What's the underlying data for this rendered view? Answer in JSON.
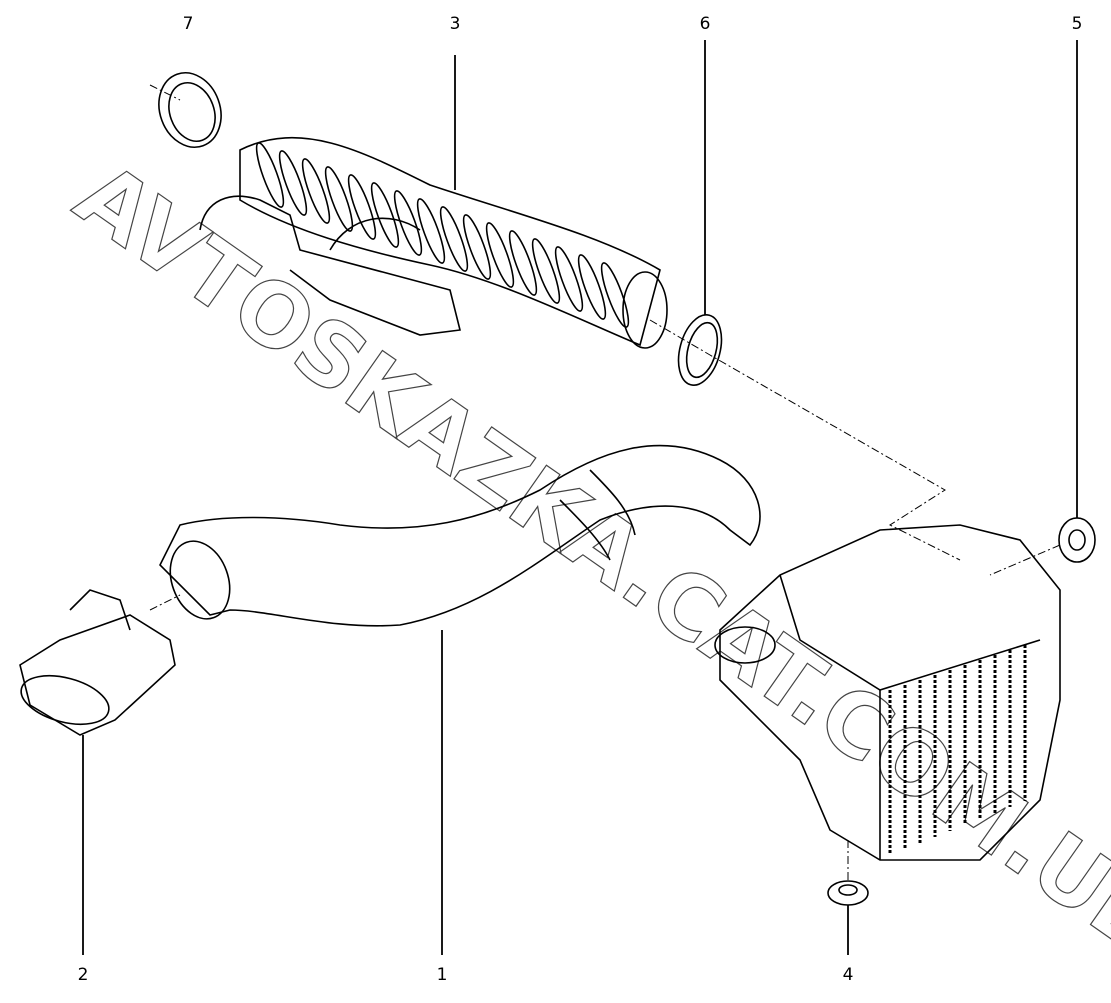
{
  "diagram": {
    "watermark": "AVTOSKAZKA.CAT.COM.UE",
    "callouts": [
      "1",
      "2",
      "3",
      "4",
      "5",
      "6",
      "7"
    ]
  }
}
